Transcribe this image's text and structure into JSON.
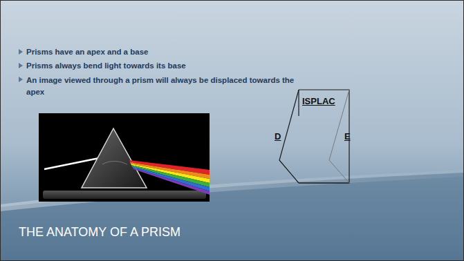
{
  "diagram": {
    "title": "THE ANATOMY OF A PRISM",
    "labels": [
      "Prisms have an apex and a base",
      "Prisms always bend light towards its base",
      "An image viewed through a prism will always be displaced towards the apex",
      "ISPLAC",
      "D",
      "E"
    ]
  }
}
